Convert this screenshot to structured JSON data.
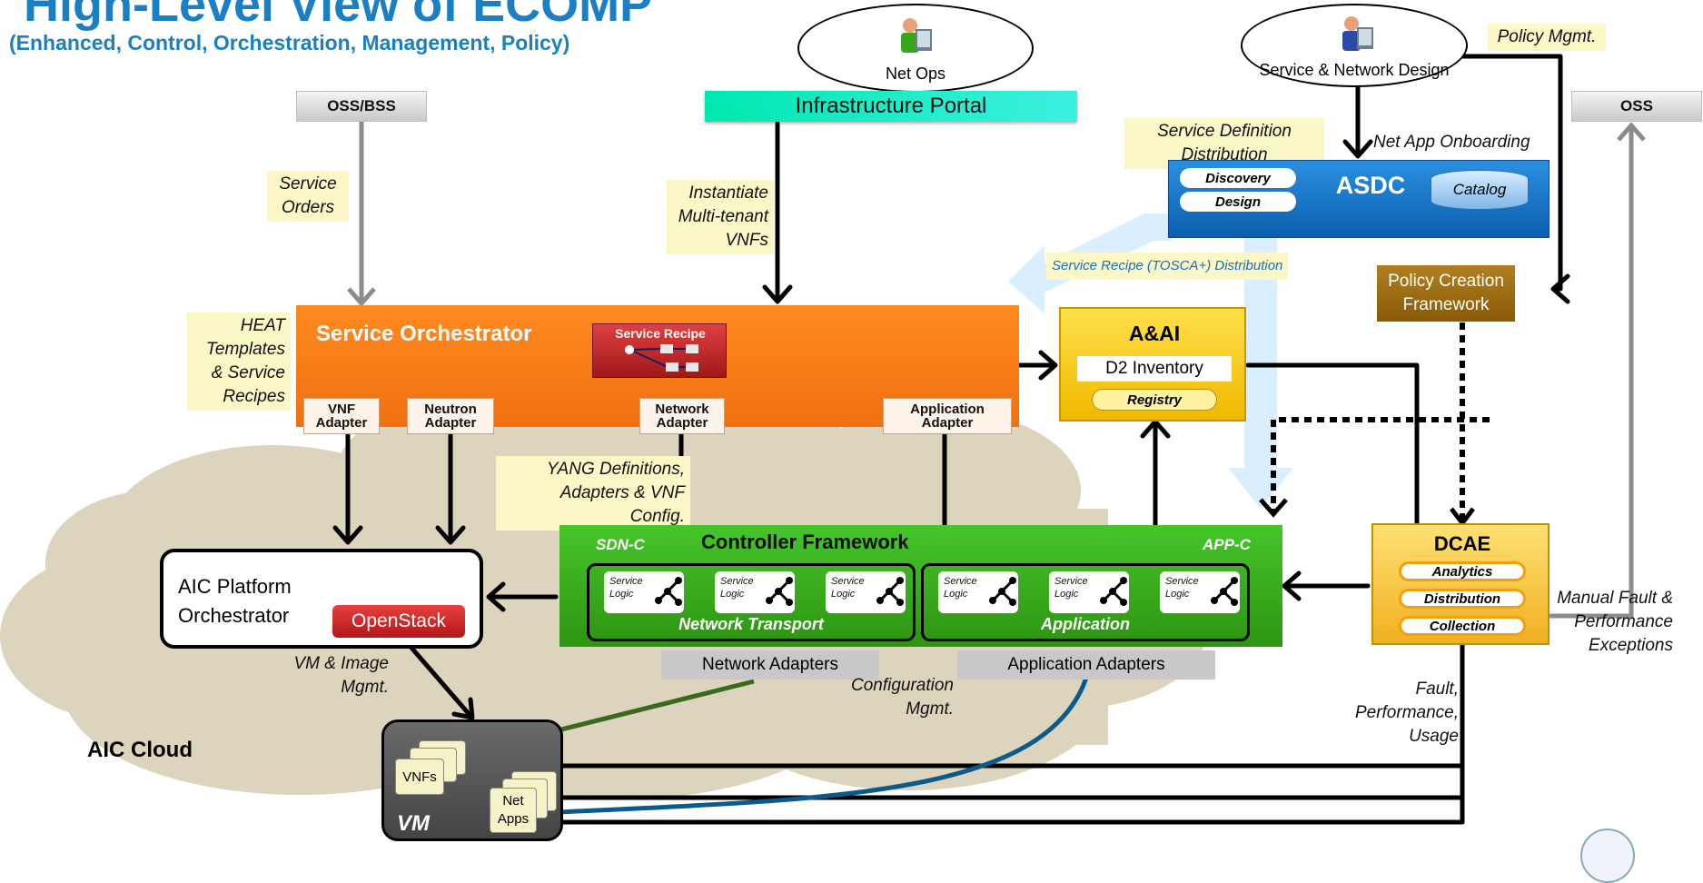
{
  "header": {
    "title": "High-Level View of ECOMP",
    "subtitle": "(Enhanced, Control, Orchestration, Management, Policy)"
  },
  "actors": {
    "net_ops": "Net Ops",
    "designer": "Service & Network Design"
  },
  "infrastructure_portal": "Infrastructure Portal",
  "oss_bss": "OSS/BSS",
  "oss": "OSS",
  "labels": {
    "service_orders": "Service Orders",
    "instantiate": "Instantiate Multi-tenant VNFs",
    "heat": "HEAT Templates & Service Recipes",
    "policy_mgmt": "Policy Mgmt.",
    "service_def_dist": "Service Definition Distribution",
    "net_app_onboarding": "Net App Onboarding",
    "recipe_dist": "Service Recipe (TOSCA+) Distribution",
    "yang": "YANG Definitions, Adapters & VNF Config.",
    "vm_image": "VM & Image Mgmt.",
    "config_mgmt": "Configuration Mgmt.",
    "manual_fault": "Manual Fault & Performance Exceptions",
    "fpu": "Fault, Performance, Usage",
    "aic_cloud": "AIC Cloud"
  },
  "asdc": {
    "title": "ASDC",
    "discovery": "Discovery",
    "design": "Design",
    "catalog": "Catalog"
  },
  "policy_creation": "Policy Creation Framework",
  "orchestrator": {
    "title": "Service Orchestrator",
    "recipe": "Service Recipe",
    "vnf_adapter": "VNF Adapter",
    "neutron_adapter": "Neutron Adapter",
    "network_adapter": "Network Adapter",
    "application_adapter": "Application Adapter"
  },
  "aai": {
    "title": "A&AI",
    "inventory": "D2 Inventory",
    "registry": "Registry"
  },
  "controller": {
    "title": "Controller Framework",
    "sdnc": "SDN-C",
    "appc": "APP-C",
    "network_transport": "Network Transport",
    "application": "Application",
    "service_logic": "Service Logic",
    "network_adapters": "Network Adapters",
    "application_adapters": "Application Adapters"
  },
  "dcae": {
    "title": "DCAE",
    "analytics": "Analytics",
    "distribution": "Distribution",
    "collection": "Collection"
  },
  "aic_platform": {
    "title": "AIC Platform Orchestrator",
    "openstack": "OpenStack"
  },
  "vm": {
    "label": "VM",
    "vnfs": "VNFs",
    "net_apps": "Net Apps"
  },
  "colors": {
    "title_blue": "#1a7fc3",
    "orchestrator_orange": "#f47c14",
    "controller_green": "#3aa61c",
    "asdc_blue": "#0c6dbb",
    "aai_yellow": "#f5c400",
    "policy_brown": "#9a6a12",
    "cloud": "#dcd6c2"
  }
}
